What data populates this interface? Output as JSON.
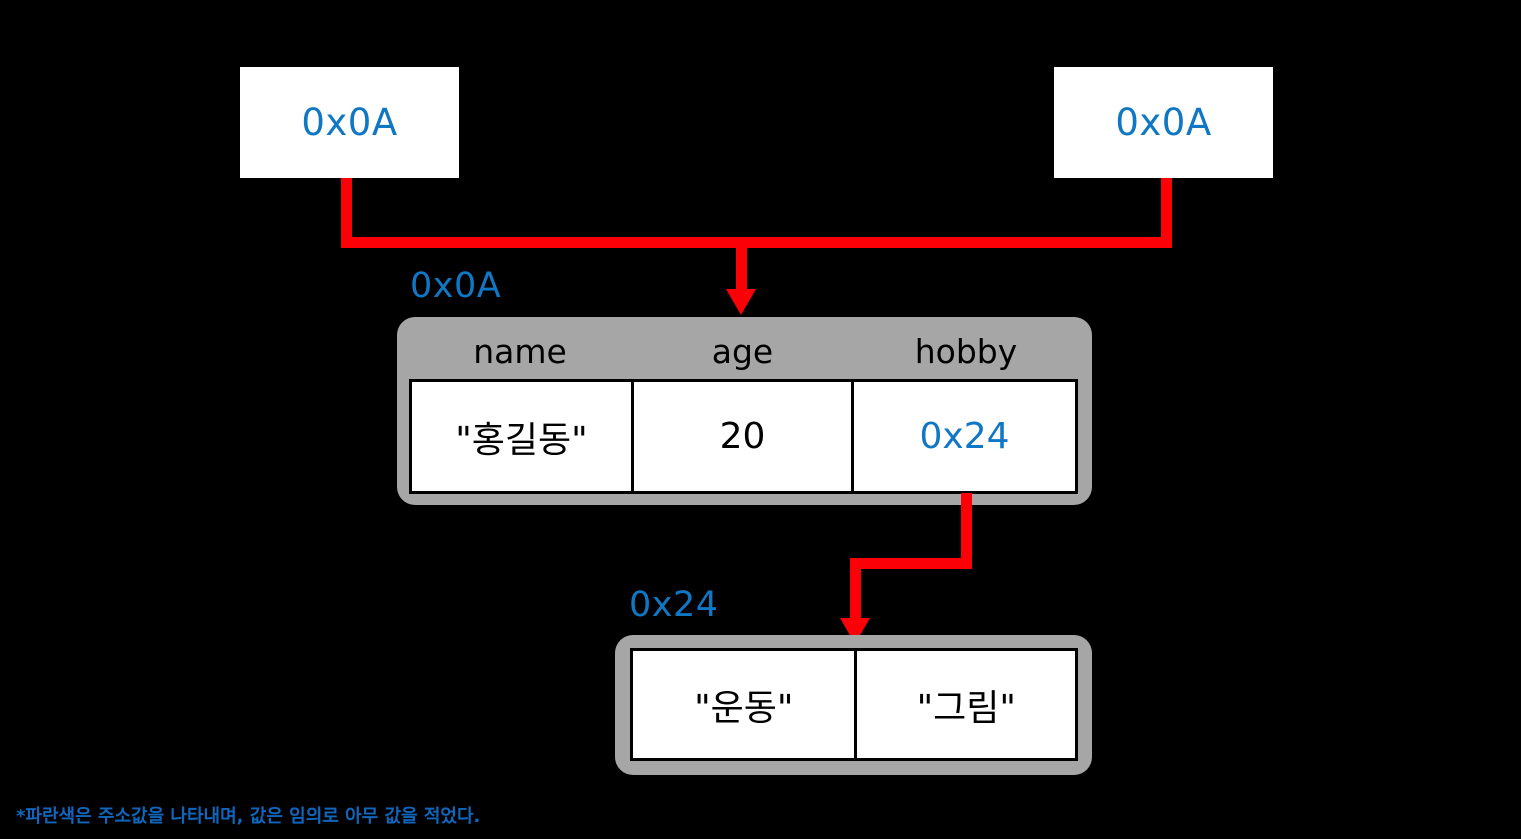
{
  "diagram": {
    "title_note": "*파란색은 주소값을 나타내며, 값은 임의로 아무 값을 적었다.",
    "colors": {
      "background": "#000000",
      "address_blue": "#1077c4",
      "pointer_red": "#fb0007",
      "shell_gray": "#a6a6a6",
      "cell_white": "#ffffff",
      "text_black": "#000000"
    },
    "pointers": [
      {
        "name": "pointer-left",
        "value": "0x0A"
      },
      {
        "name": "pointer-right",
        "value": "0x0A"
      }
    ],
    "struct_block": {
      "address_label": "0x0A",
      "headers": [
        "name",
        "age",
        "hobby"
      ],
      "values": [
        "\"홍길동\"",
        "20",
        "0x24"
      ],
      "value_is_address": [
        false,
        false,
        true
      ]
    },
    "array_block": {
      "address_label": "0x24",
      "values": [
        "\"운동\"",
        "\"그림\""
      ]
    }
  }
}
